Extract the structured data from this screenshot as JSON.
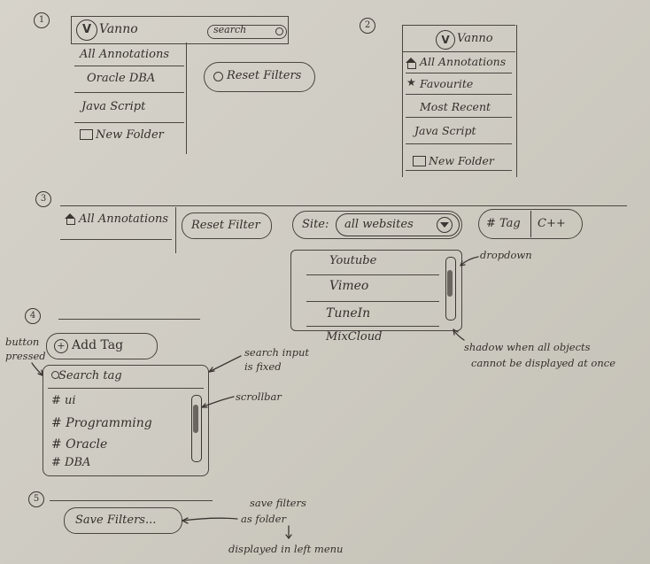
{
  "section_numbers": [
    "1",
    "2",
    "3",
    "4",
    "5"
  ],
  "s1": {
    "brand": "Vanno",
    "search_placeholder": "search",
    "menu": [
      "All Annotations",
      "Oracle DBA",
      "Java Script"
    ],
    "new_folder": "New Folder",
    "reset_button": "Reset Filters"
  },
  "s2": {
    "brand": "Vanno",
    "menu": [
      "All Annotations",
      "Favourite",
      "Most Recent",
      "Java Script"
    ],
    "new_folder": "New Folder"
  },
  "s3": {
    "all_annotations": "All Annotations",
    "reset_button": "Reset Filter",
    "site_label": "Site:",
    "site_value": "all websites",
    "tag_label": "# Tag",
    "tag_value": "C++",
    "dropdown_options": [
      "Youtube",
      "Vimeo",
      "TuneIn",
      "MixCloud"
    ],
    "dropdown_note": "dropdown",
    "shadow_note": [
      "shadow when all objects",
      "cannot be displayed at once"
    ]
  },
  "s4": {
    "button_pressed_note": [
      "button",
      "pressed"
    ],
    "add_tag_button": "Add Tag",
    "search_placeholder": "Search tag",
    "tags": [
      "# ui",
      "# Programming",
      "# Oracle",
      "# DBA"
    ],
    "search_note": [
      "search input",
      "is fixed"
    ],
    "scrollbar_note": "scrollbar"
  },
  "s5": {
    "save_button": "Save Filters...",
    "note": [
      "save filters",
      "as folder"
    ],
    "note_bottom": "displayed in left menu"
  },
  "colors": {
    "paper": "#d2cfc6",
    "pencil": "#3b3632"
  }
}
